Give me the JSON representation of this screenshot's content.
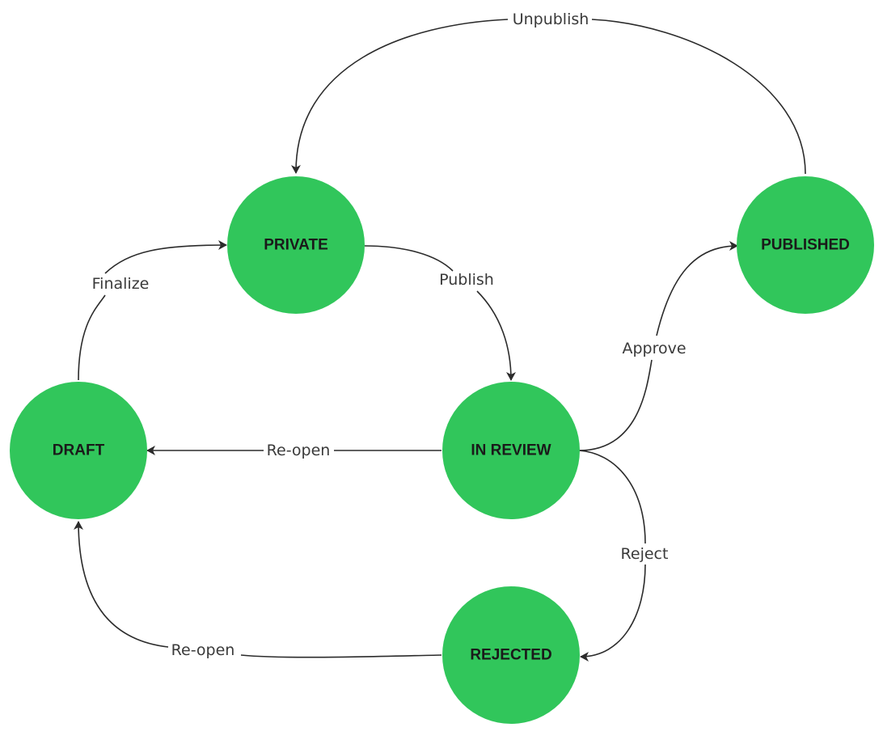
{
  "diagram": {
    "node_color": "#31c65b",
    "edge_color": "#2b2b2b",
    "nodes": {
      "private": "PRIVATE",
      "published": "PUBLISHED",
      "draft": "DRAFT",
      "in_review": "IN REVIEW",
      "rejected": "REJECTED"
    },
    "edges": {
      "unpublish": "Unpublish",
      "finalize": "Finalize",
      "publish": "Publish",
      "approve": "Approve",
      "reopen_review": "Re-open",
      "reject": "Reject",
      "reopen_rejected": "Re-open"
    }
  }
}
